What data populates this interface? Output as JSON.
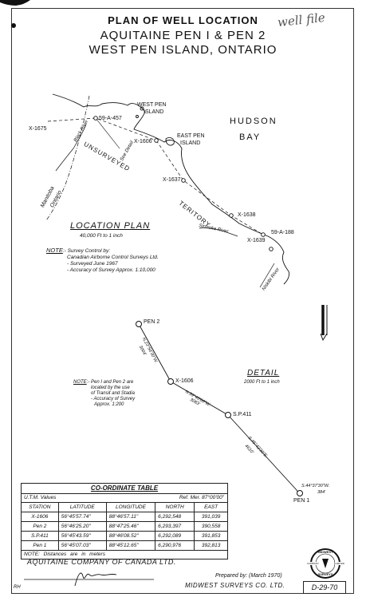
{
  "title": {
    "line1": "PLAN OF WELL LOCATION",
    "line2": "AQUITAINE  PEN I & PEN 2",
    "line3": "WEST PEN ISLAND, ONTARIO",
    "handwritten": "well file"
  },
  "location_plan": {
    "heading": "LOCATION PLAN",
    "scale": "40,000 Ft to 1 inch",
    "water_label_1": "HUDSON",
    "water_label_2": "BAY",
    "labels": {
      "west_pen_island_1": "WEST PEN",
      "west_pen_island_2": "ISLAND",
      "east_pen_island_1": "EAST PEN",
      "east_pen_island_2": "ISLAND",
      "unsurveyed": "UNSURVEYED",
      "teritory": "TERITORY",
      "x1675": "X-1675",
      "sta_59a457": "59-A-457",
      "x1606": "X-1606",
      "x1637": "X-1637",
      "x1638": "X-1638",
      "x1639": "X-1639",
      "sta_59a188": "59-A-188",
      "see_detail": "See Detail",
      "black_river": "Black River",
      "manitoba": "Manitoba",
      "ontario": "Ontario",
      "sirmoka_river": "Sirmoka River",
      "niskibi_river": "Niskibi River"
    },
    "note_title": "NOTE",
    "note_lines": [
      ":- Survey Control by:",
      "Canadian Airborne Control Surveys Ltd.",
      "- Surveyed June 1967",
      "- Accuracy of Survey Approx. 1:10,000"
    ]
  },
  "detail": {
    "heading": "DETAIL",
    "scale": "2000 Ft to 1 inch",
    "points": {
      "pen2": "PEN 2",
      "x1606": "X-1606",
      "sp411": "S.P.411",
      "pen1": "PEN 1"
    },
    "bearings": {
      "b1": "N.23°56'30\"W.",
      "d1": "3004'",
      "b2": "N.59°46'00\"W.",
      "d2": "3083'",
      "b3": "S.45°42'30\"E.",
      "d3": "4610'",
      "b4": "S.44°37'30\"W.",
      "d4": "384'"
    },
    "note_title": "NOTE",
    "note_lines": [
      ":- Pen I and Pen 2 are",
      "located by the use",
      "of Transit and Stadia",
      "- Accuracy of Survey",
      "Approx. 1:200"
    ]
  },
  "coordinate_table": {
    "title": "CO-ORDINATE TABLE",
    "utm_label": "U.T.M. Values",
    "ref_mer": "Ref. Mer. 87°00'00\"",
    "headers": [
      "STATION",
      "LATITUDE",
      "LONGITUDE",
      "NORTH",
      "EAST"
    ],
    "rows": [
      [
        "X-1606",
        "56°45'57.74\"",
        "88°46'57.11\"",
        "6,292,548",
        "391,039"
      ],
      [
        "Pen 2",
        "56°46'25.20\"",
        "88°47'25.46\"",
        "6,293,397",
        "390,558"
      ],
      [
        "S.P.411",
        "56°45'43.59\"",
        "88°46'08.52\"",
        "6,292,089",
        "391,853"
      ],
      [
        "Pen 1",
        "56°45'07.03\"",
        "88°45'12.65\"",
        "6,290,976",
        "392,813"
      ]
    ],
    "note": "NOTE: Distances are in meters"
  },
  "footer": {
    "company": "AQUITAINE COMPANY OF CANADA LTD.",
    "prepared_by": "Prepared by: (March 1970)",
    "surveyor": "MIDWEST SURVEYS CO. LTD.",
    "drawing_no": "D-29-70",
    "initials": "RH",
    "seal_top": "MIDWEST",
    "seal_bottom": "SURVEYS",
    "seal_left": "COMPANY",
    "seal_right": "LIMITED"
  },
  "colors": {
    "ink": "#111111",
    "paper": "#ffffff"
  }
}
